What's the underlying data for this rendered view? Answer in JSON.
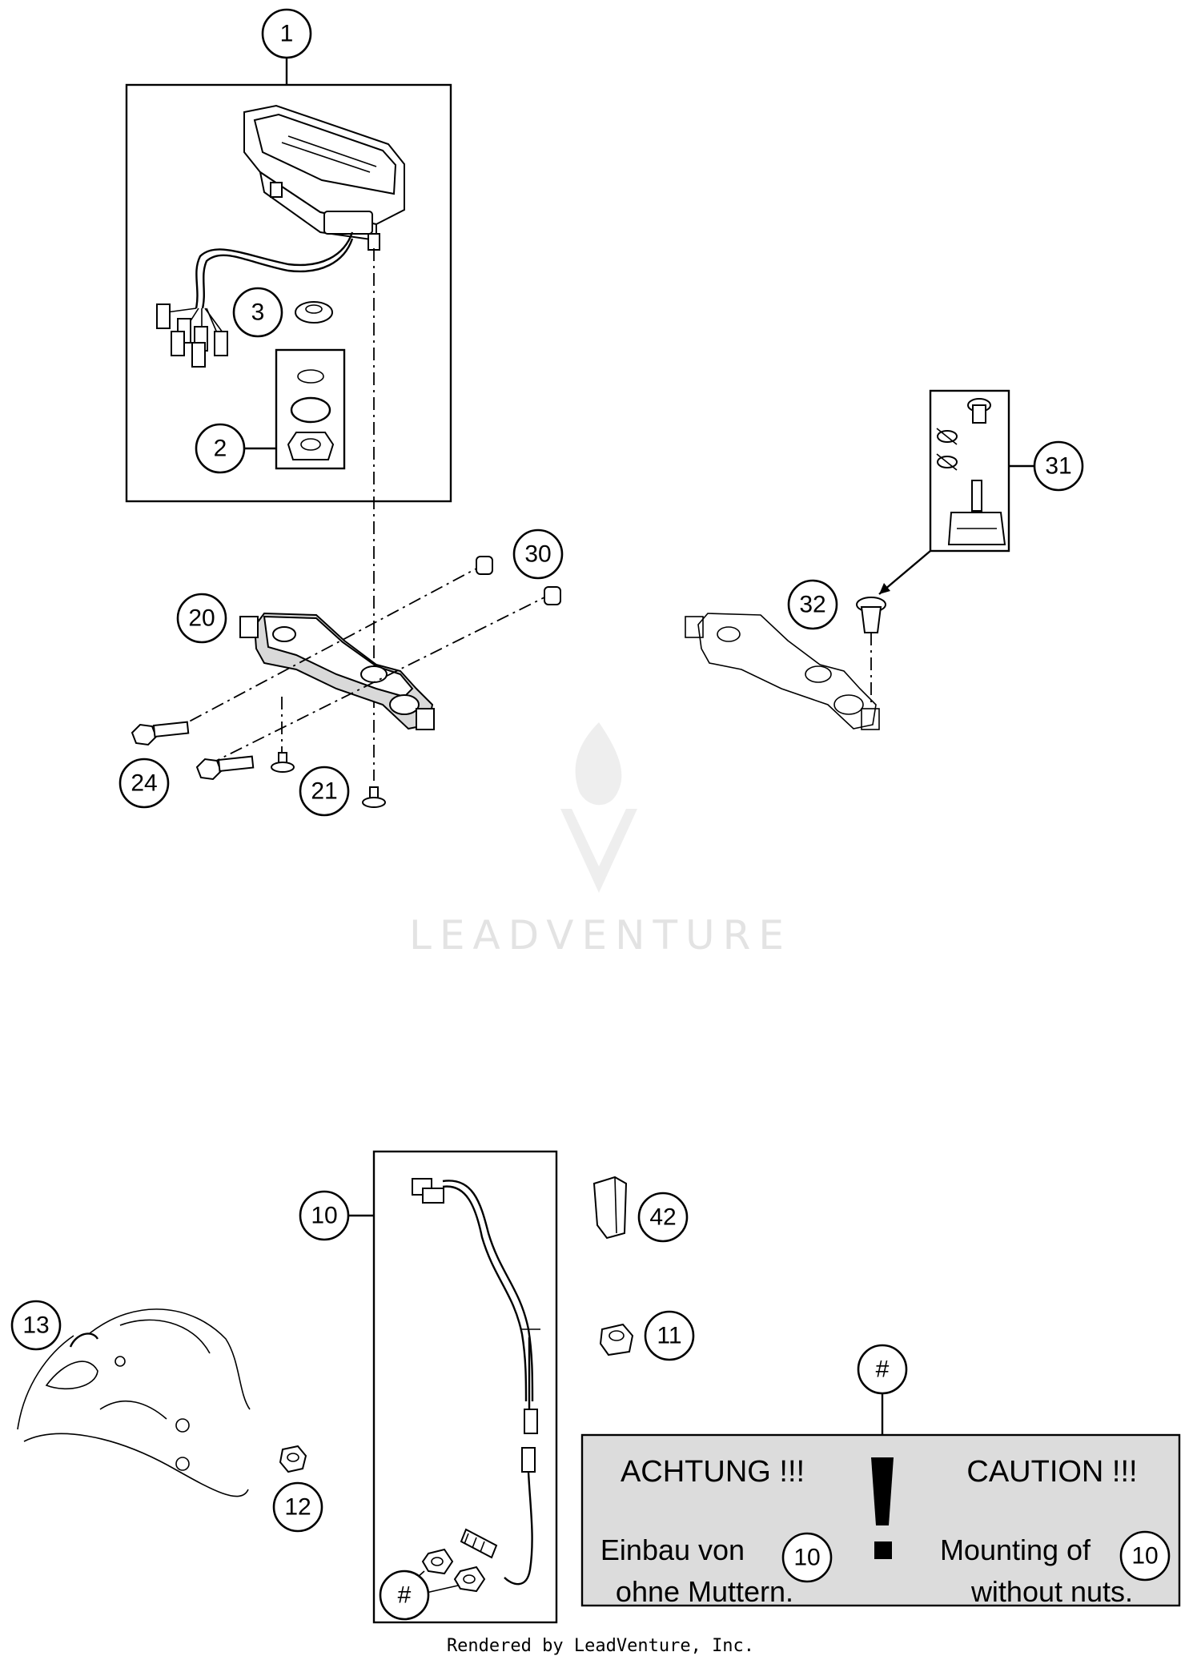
{
  "callouts": {
    "c1": "1",
    "c2": "2",
    "c3": "3",
    "c10": "10",
    "c11": "11",
    "c12": "12",
    "c13": "13",
    "c20": "20",
    "c21": "21",
    "c24": "24",
    "c30": "30",
    "c31": "31",
    "c32": "32",
    "c42": "42",
    "hash_top": "#",
    "hash_bottom": "#"
  },
  "caution": {
    "de_title": "ACHTUNG !!!",
    "de_line1": "Einbau von",
    "de_line2": "ohne Muttern.",
    "de_ref": "10",
    "en_title": "CAUTION !!!",
    "en_line1": "Mounting of",
    "en_line2": "without nuts.",
    "en_ref": "10"
  },
  "watermark": {
    "text": "LEADVENTURE",
    "icon": "leadventure-flame-logo-icon"
  },
  "footer": {
    "credit": "Rendered by LeadVenture, Inc."
  }
}
